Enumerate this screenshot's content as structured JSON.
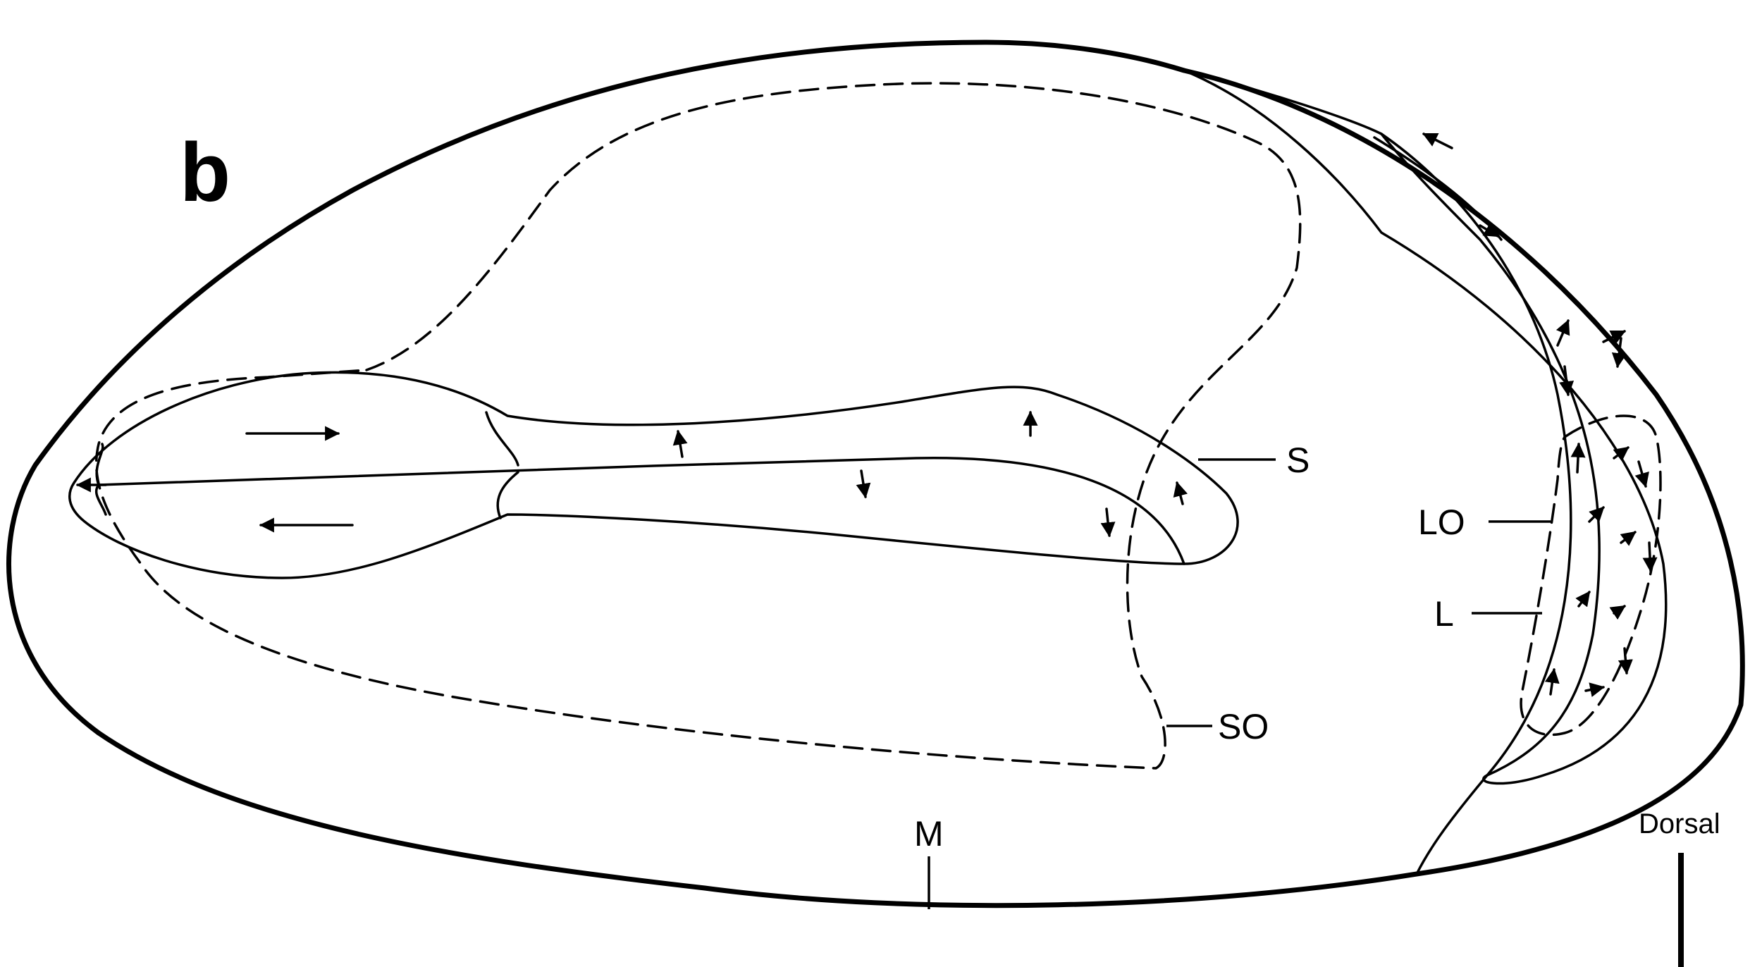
{
  "panel_label": "b",
  "labels": {
    "s": "S",
    "so": "SO",
    "lo": "LO",
    "l": "L",
    "m": "M",
    "dorsal": "Dorsal"
  }
}
